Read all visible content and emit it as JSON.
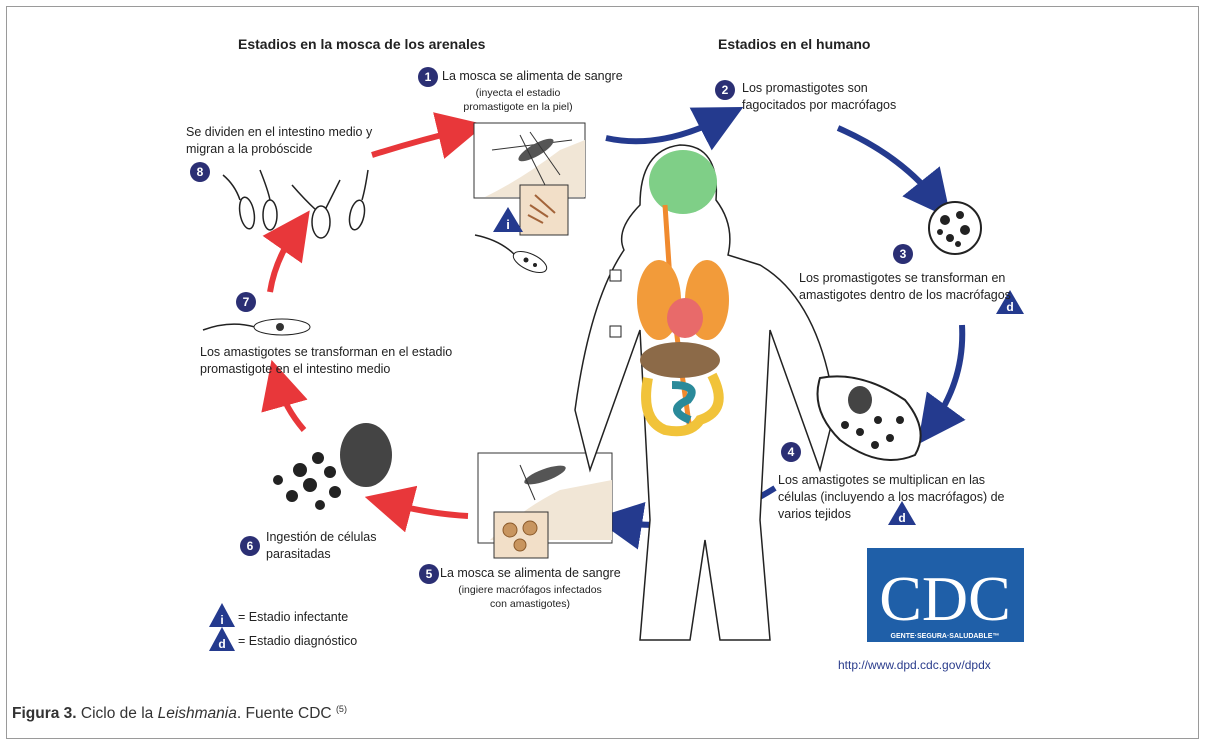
{
  "headers": {
    "sandfly": "Estadios en la mosca de los arenales",
    "human": "Estadios en el humano"
  },
  "steps": [
    {
      "num": "1",
      "text": "La mosca se alimenta de sangre",
      "sub": "(inyecta el estadio promastigote en la piel)"
    },
    {
      "num": "2",
      "text": "Los promastigotes son fagocitados por macrófagos"
    },
    {
      "num": "3",
      "text": "Los promastigotes se transforman en amastigotes dentro de los macrófagos"
    },
    {
      "num": "4",
      "text": "Los amastigotes se multiplican en las células (incluyendo a los macrófagos) de varios tejidos"
    },
    {
      "num": "5",
      "text": "La mosca se alimenta de sangre",
      "sub": "(ingiere macrófagos infectados con amastigotes)"
    },
    {
      "num": "6",
      "text": "Ingestión de células parasitadas"
    },
    {
      "num": "7",
      "text": "Los amastigotes se transforman en el estadio promastigote en el intestino medio"
    },
    {
      "num": "8",
      "text": "Se dividen en el intestino medio y migran a la probóscide"
    }
  ],
  "legend": {
    "infective_symbol": "i",
    "infective_label": "= Estadio infectante",
    "diagnostic_symbol": "d",
    "diagnostic_label": "= Estadio diagnóstico"
  },
  "cdc": {
    "logo_text": "CDC",
    "tagline": "GENTE·SEGURA·SALUDABLE™",
    "url": "http://www.dpd.cdc.gov/dpdx"
  },
  "caption": {
    "label": "Figura 3.",
    "text_before": " Ciclo de la ",
    "italic": "Leishmania",
    "text_after": ". Fuente CDC ",
    "ref": "(5)"
  },
  "colors": {
    "red_arrow": "#e8373a",
    "blue_arrow": "#243a8e",
    "step_circle": "#2b2f74",
    "cdc_blue": "#1f5fa8"
  }
}
